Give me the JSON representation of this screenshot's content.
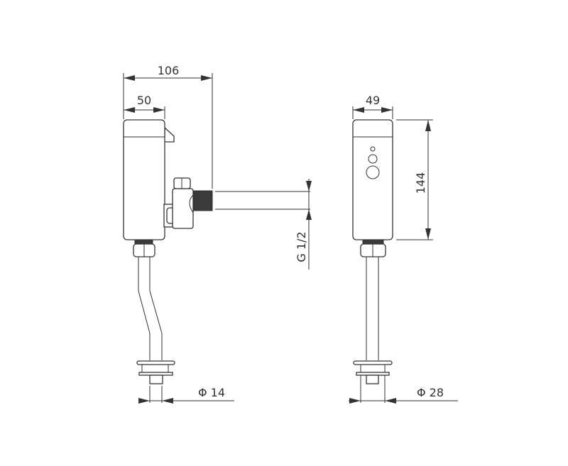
{
  "drawing": {
    "left_view": {
      "overall_width": "106",
      "body_width": "50",
      "inlet_thread": "G 1/2",
      "pipe_diameter": "Φ 14"
    },
    "right_view": {
      "body_width": "49",
      "body_height": "144",
      "flange_diameter": "Φ 28"
    },
    "line_color": "#333333"
  }
}
